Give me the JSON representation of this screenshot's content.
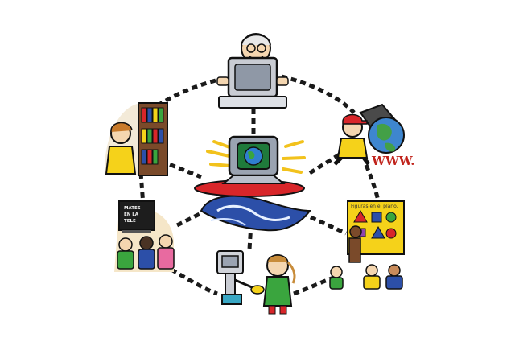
{
  "labels": {
    "www": "WWW.",
    "figures_poster": "Figuras en el plano.",
    "board_line1": "MATES",
    "board_line2": "EN LA",
    "board_line3": "TELE"
  },
  "colors": {
    "link": "#1a1a1a",
    "surfboard": "#d8262a",
    "wave": "#2c4fa8",
    "computer": "#9aa3b1",
    "sparks": "#f2c21c"
  },
  "icons": [
    "hub-computer-icon",
    "user-at-computer-icon",
    "internet-globe-icon",
    "math-poster-icon",
    "child-with-robot-icon",
    "classroom-tv-icon",
    "library-icon"
  ]
}
